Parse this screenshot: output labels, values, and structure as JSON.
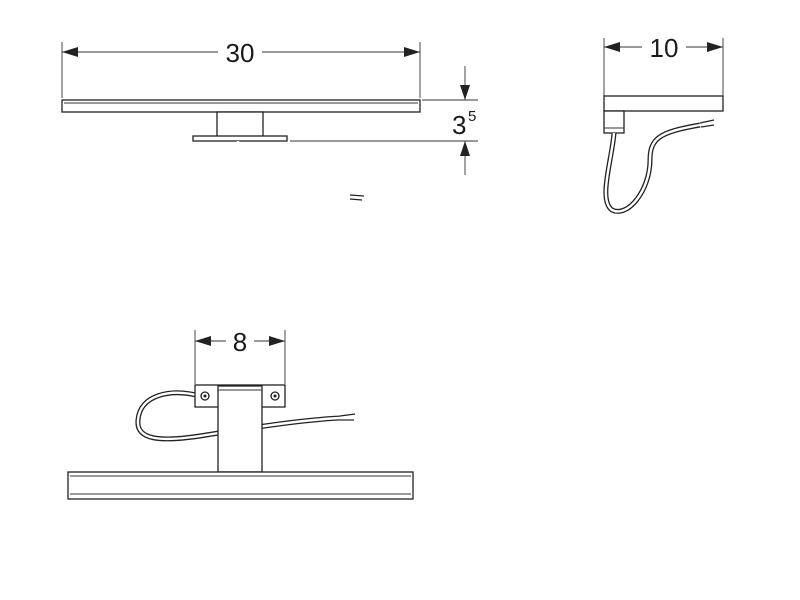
{
  "dimensions": {
    "length": "30",
    "depth": "10",
    "height_main": "3",
    "height_sup": "5",
    "mount_width": "8"
  },
  "colors": {
    "ink": "#222222",
    "background": "#ffffff"
  }
}
